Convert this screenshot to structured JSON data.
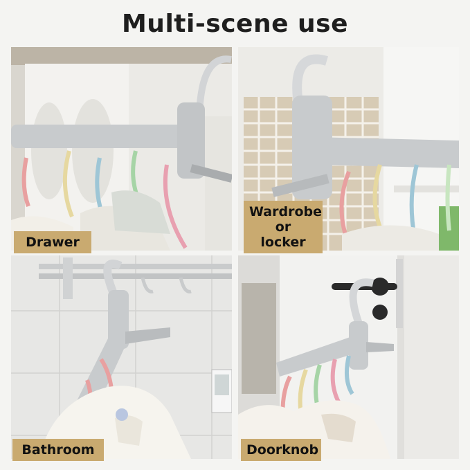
{
  "title": "Multi-scene use",
  "scenes": [
    {
      "label": "Drawer"
    },
    {
      "label": "Wardrobe\nor\nlocker"
    },
    {
      "label": "Bathroom"
    },
    {
      "label": "Doorknob"
    }
  ],
  "colors": {
    "label_bg": "#c9aa70",
    "hanger_grey": "#c8cbcd",
    "hook_pink": "#e8a0a0",
    "hook_yellow": "#e6d8a0",
    "hook_blue": "#9ec6d6",
    "hook_green": "#a6d4a6"
  }
}
